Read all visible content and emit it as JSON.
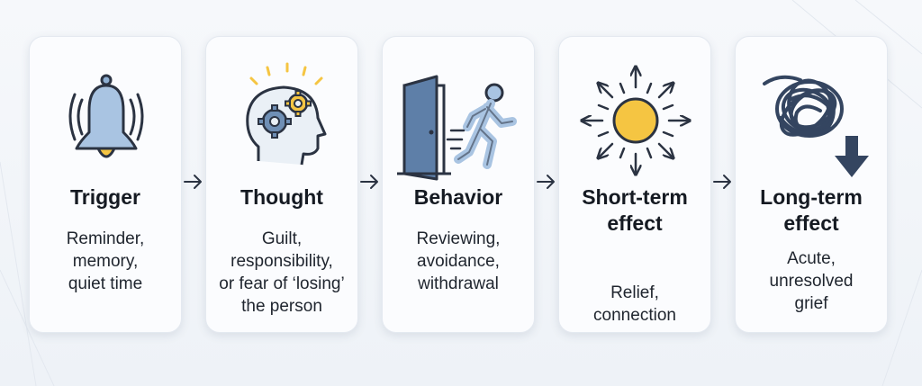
{
  "steps": [
    {
      "title_lines": [
        "Trigger"
      ],
      "desc_lines": [
        "Reminder,",
        "memory,",
        "quiet time"
      ],
      "icon": "bell-icon"
    },
    {
      "title_lines": [
        "Thought"
      ],
      "desc_lines": [
        "Guilt,",
        "responsibility,",
        "or fear of ‘losing’",
        "the person"
      ],
      "icon": "head-gears-icon"
    },
    {
      "title_lines": [
        "Behavior"
      ],
      "desc_lines": [
        "Reviewing,",
        "avoidance,",
        "withdrawal"
      ],
      "icon": "door-exit-icon"
    },
    {
      "title_lines": [
        "Short-term",
        "effect"
      ],
      "desc_lines": [
        "Relief,",
        "connection"
      ],
      "icon": "sun-icon"
    },
    {
      "title_lines": [
        "Long-term",
        "effect"
      ],
      "desc_lines": [
        "Acute,",
        "unresolved",
        "grief"
      ],
      "icon": "tangle-down-icon"
    }
  ],
  "colors": {
    "blue": "#5e7fa8",
    "blue_dark": "#344560",
    "yellow": "#f5c542",
    "text": "#151a22"
  }
}
